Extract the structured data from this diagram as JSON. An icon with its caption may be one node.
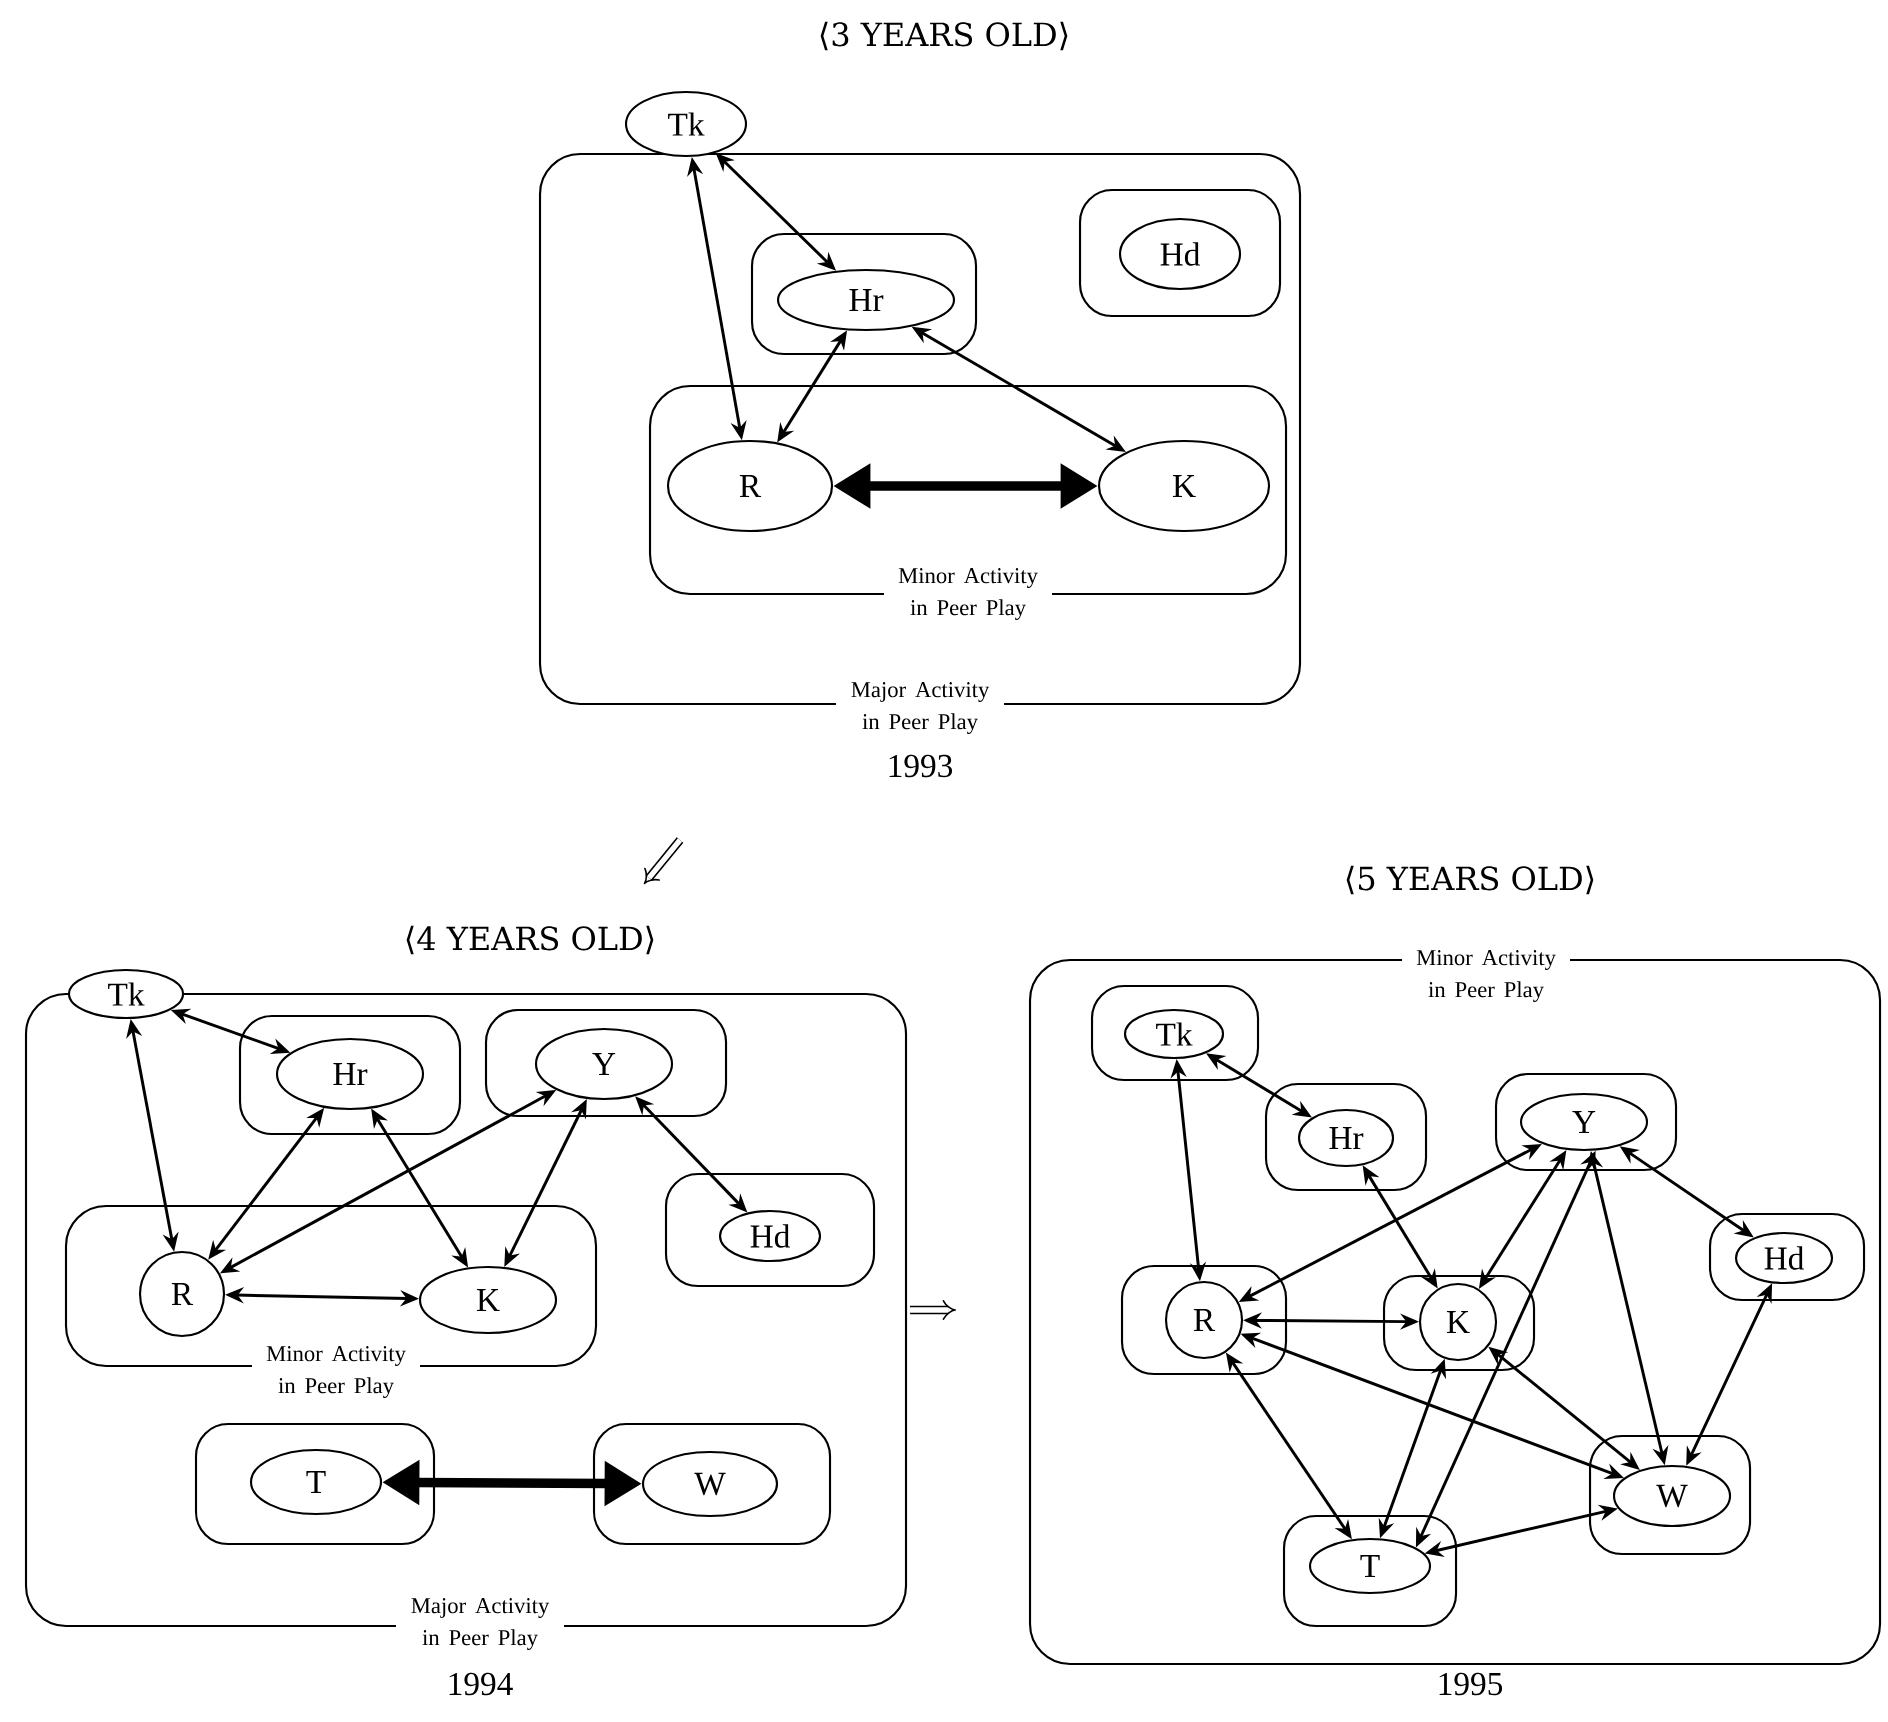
{
  "diagram": {
    "nodes": [
      {
        "text": [
          "Major Activity in Peer Play"
        ]
      },
      {
        "text": [
          "Tk"
        ]
      },
      {
        "text": [],
        "shape": "box",
        "in": 0
      },
      {
        "text": [
          "Hr"
        ],
        "in": 2
      },
      {
        "text": [],
        "shape": "box",
        "in": 0
      },
      {
        "text": [
          "Hd"
        ],
        "in": 4
      },
      {
        "text": [
          "Minor Activity in Peer Play"
        ],
        "in": 0
      },
      {
        "text": [
          "R"
        ],
        "in": 6
      },
      {
        "text": [
          "K"
        ],
        "in": 6
      },
      {
        "text": [
          "Major Activity in Peer Play"
        ]
      },
      {
        "text": [
          "Tk"
        ]
      },
      {
        "text": [],
        "shape": "box",
        "in": 9
      },
      {
        "text": [
          "Hr"
        ],
        "in": 11
      },
      {
        "text": [],
        "shape": "box",
        "in": 9
      },
      {
        "text": [
          "Y"
        ],
        "in": 13
      },
      {
        "text": [],
        "shape": "box",
        "in": 9
      },
      {
        "text": [
          "Hd"
        ],
        "in": 15
      },
      {
        "text": [
          "Minor Activity in Peer Play"
        ],
        "in": 9
      },
      {
        "text": [
          "R"
        ],
        "in": 17
      },
      {
        "text": [
          "K"
        ],
        "in": 17
      },
      {
        "text": [],
        "shape": "box",
        "in": 9
      },
      {
        "text": [
          "T"
        ],
        "in": 20
      },
      {
        "text": [],
        "shape": "box",
        "in": 9
      },
      {
        "text": [
          "W"
        ],
        "in": 22
      },
      {
        "text": [
          "Minor Activity in Peer Play"
        ]
      },
      {
        "text": [],
        "shape": "box",
        "in": 24
      },
      {
        "text": [
          "Tk"
        ],
        "in": 25
      },
      {
        "text": [],
        "shape": "box",
        "in": 24
      },
      {
        "text": [
          "Hr"
        ],
        "in": 27
      },
      {
        "text": [],
        "shape": "box",
        "in": 24
      },
      {
        "text": [
          "Y"
        ],
        "in": 29
      },
      {
        "text": [],
        "shape": "box",
        "in": 24
      },
      {
        "text": [
          "Hd"
        ],
        "in": 31
      },
      {
        "text": [],
        "shape": "box",
        "in": 24
      },
      {
        "text": [
          "R"
        ],
        "in": 33
      },
      {
        "text": [],
        "shape": "box",
        "in": 24
      },
      {
        "text": [
          "K"
        ],
        "in": 35
      },
      {
        "text": [],
        "shape": "box",
        "in": 24
      },
      {
        "text": [
          "W"
        ],
        "in": 37
      },
      {
        "text": [],
        "shape": "box",
        "in": 24
      },
      {
        "text": [
          "T"
        ],
        "in": 39
      }
    ],
    "edges": [
      {
        "from": 1,
        "to": 7,
        "arrow": "both"
      },
      {
        "from": 1,
        "to": 3,
        "arrow": "both"
      },
      {
        "from": 3,
        "to": 7,
        "arrow": "both"
      },
      {
        "from": 3,
        "to": 8,
        "arrow": "both"
      },
      {
        "from": 7,
        "to": 8,
        "arrow": "both",
        "style": "thick"
      },
      {
        "from": 10,
        "to": 12,
        "arrow": "both"
      },
      {
        "from": 10,
        "to": 18,
        "arrow": "both"
      },
      {
        "from": 12,
        "to": 18,
        "arrow": "both"
      },
      {
        "from": 12,
        "to": 19,
        "arrow": "both"
      },
      {
        "from": 14,
        "to": 18,
        "arrow": "both"
      },
      {
        "from": 14,
        "to": 19,
        "arrow": "both"
      },
      {
        "from": 14,
        "to": 16,
        "arrow": "both"
      },
      {
        "from": 18,
        "to": 19,
        "arrow": "both"
      },
      {
        "from": 21,
        "to": 23,
        "arrow": "both",
        "style": "thick"
      },
      {
        "from": 26,
        "to": 28,
        "arrow": "both"
      },
      {
        "from": 26,
        "to": 34,
        "arrow": "both"
      },
      {
        "from": 28,
        "to": 36,
        "arrow": "both"
      },
      {
        "from": 30,
        "to": 34,
        "arrow": "both"
      },
      {
        "from": 30,
        "to": 36,
        "arrow": "both"
      },
      {
        "from": 30,
        "to": 40,
        "arrow": "both"
      },
      {
        "from": 30,
        "to": 38,
        "arrow": "both"
      },
      {
        "from": 30,
        "to": 32,
        "arrow": "both"
      },
      {
        "from": 34,
        "to": 36,
        "arrow": "both"
      },
      {
        "from": 34,
        "to": 38,
        "arrow": "both"
      },
      {
        "from": 34,
        "to": 40,
        "arrow": "both"
      },
      {
        "from": 36,
        "to": 40,
        "arrow": "both"
      },
      {
        "from": 36,
        "to": 38,
        "arrow": "both"
      },
      {
        "from": 40,
        "to": 38,
        "arrow": "both"
      },
      {
        "from": 32,
        "to": 38,
        "arrow": "both"
      }
    ],
    "labels": [
      "⟨3 YEARS OLD⟩",
      "1993",
      "⟨4 YEARS OLD⟩",
      "⟨5 YEARS OLD⟩",
      "1994",
      "1995"
    ]
  }
}
